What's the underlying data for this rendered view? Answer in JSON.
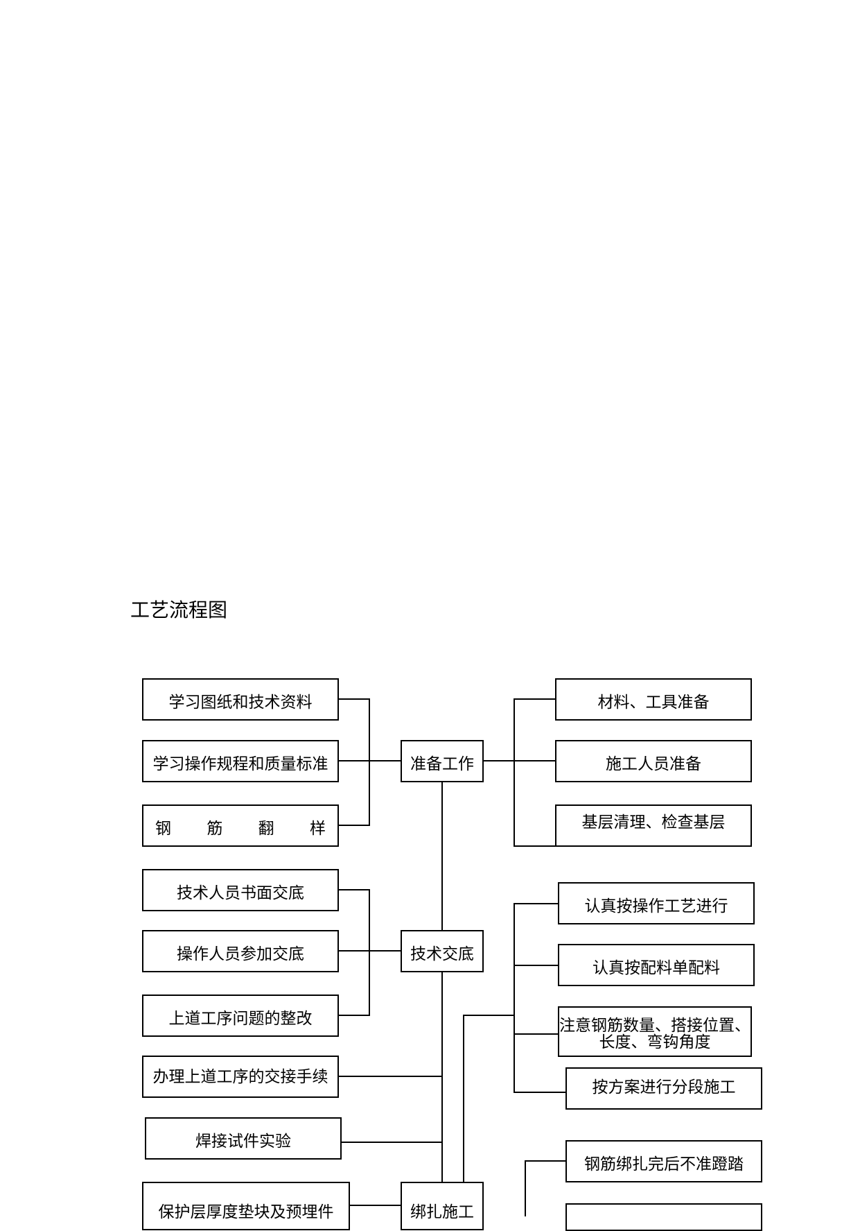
{
  "title": "工艺流程图",
  "nodes": {
    "study_drawings": "学习图纸和技术资料",
    "study_procedures": "学习操作规程和质量标准",
    "rebar_layout": "钢 筋 翻 样",
    "prep_work": "准备工作",
    "materials_tools": "材料、工具准备",
    "personnel": "施工人员准备",
    "base_cleanup": "基层清理、检查基层",
    "written_briefing": "技术人员书面交底",
    "operators_briefing": "操作人员参加交底",
    "prev_rectify": "上道工序问题的整改",
    "tech_briefing": "技术交底",
    "process_craft": "认真按操作工艺进行",
    "process_list": "认真按配料单配料",
    "attention_line1": "注意钢筋数量、搭接位置、",
    "attention_line2": "长度、弯钩角度",
    "segment_construction": "按方案进行分段施工",
    "handover": "办理上道工序的交接手续",
    "weld_test": "焊接试件实验",
    "cover_blocks": "保护层厚度垫块及预埋件",
    "binding": "绑扎施工",
    "no_trampling": "钢筋绑扎完后不准蹬踏"
  }
}
